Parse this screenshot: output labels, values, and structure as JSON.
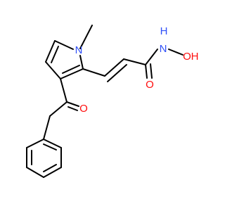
{
  "molecule": {
    "atoms": {
      "n_pyrrole": "N",
      "o_ketone": "O",
      "o_amide": "O",
      "n_amide": "N",
      "h_amide": "H",
      "o_hydroxyl": "O",
      "h_hydroxyl": "H"
    },
    "colors": {
      "nitrogen": "#3050F8",
      "oxygen": "#FF0D0D",
      "carbon": "#000000"
    }
  }
}
